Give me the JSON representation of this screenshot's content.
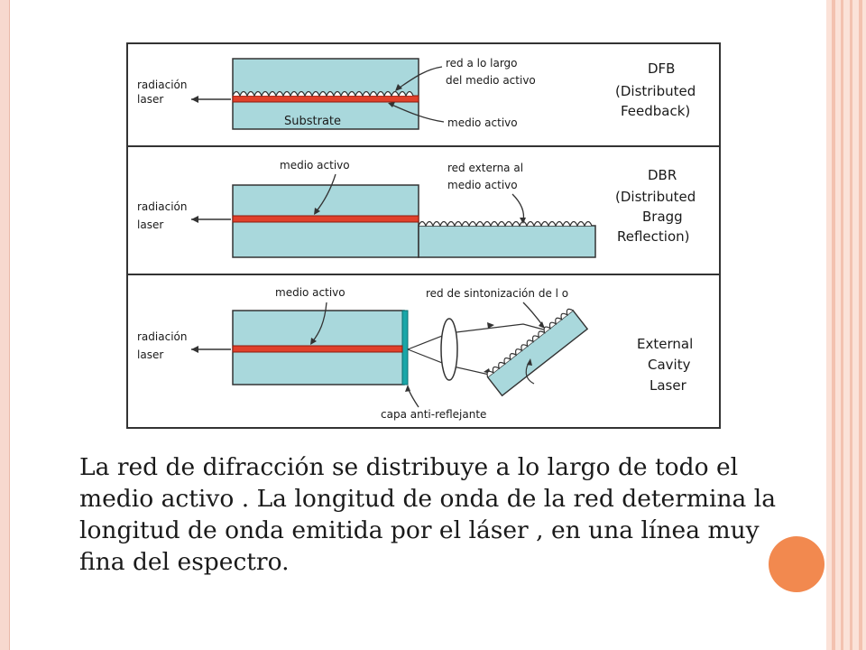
{
  "diagram": {
    "sections": [
      {
        "output_label": [
          "radiación",
          "laser"
        ],
        "annotations": [
          "red a lo largo",
          "del medio activo",
          "medio activo"
        ],
        "substrate_label": "Substrate",
        "type_label": [
          "DFB",
          "(Distributed",
          "Feedback)"
        ]
      },
      {
        "output_label": [
          "radiación",
          "laser"
        ],
        "annotations": [
          "medio activo",
          "red externa al",
          "medio activo"
        ],
        "type_label": [
          "DBR",
          "(Distributed",
          "Bragg",
          "Reflection)"
        ]
      },
      {
        "output_label": [
          "radiación",
          "laser"
        ],
        "annotations": [
          "medio activo",
          "red de sintonización de l o",
          "capa anti-reflejante"
        ],
        "type_label": [
          "External",
          "Cavity",
          "Laser"
        ]
      }
    ]
  },
  "caption": "La red de difracción se distribuye a lo largo de todo el medio activo . La longitud de onda de la red determina la longitud de onda emitida por el láser , en una línea muy fina del espectro.",
  "colors": {
    "frame": "#f7d9cf",
    "accent_dot": "#f2894f",
    "laser_cell": "#a9d8dc",
    "active_medium": "#e0402a",
    "ar_coating": "#1aa6a8"
  }
}
